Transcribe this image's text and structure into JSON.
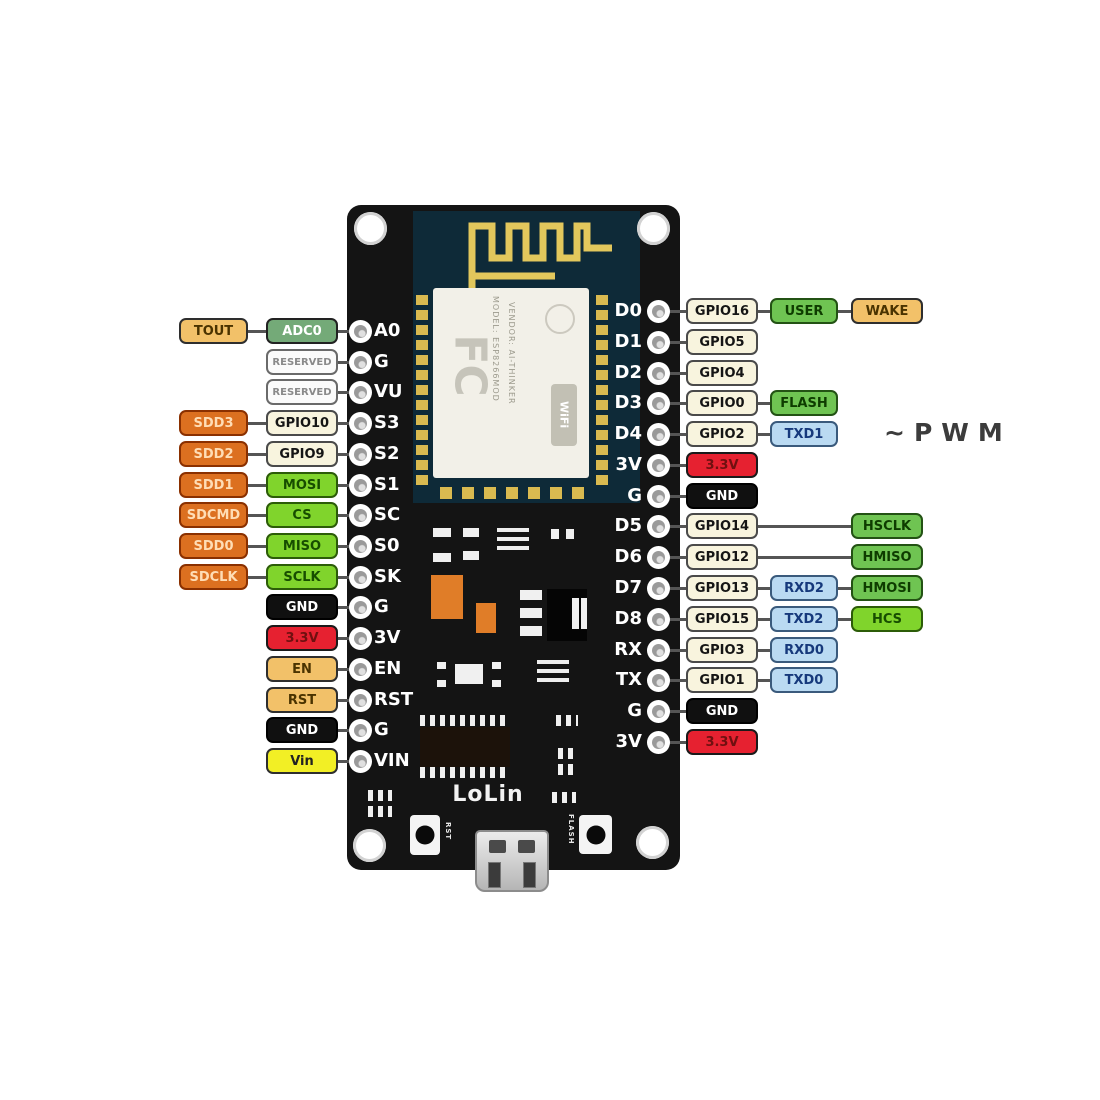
{
  "pwm_note": "~PWM",
  "board": {
    "brand": "LoLin",
    "reset_button": "RST",
    "flash_button": "FLASH",
    "sticker": {
      "cert_mark": "FC",
      "line1": "MODEL: ESP8266MOD",
      "line2": "VENDOR: AI-THINKER",
      "wifi_mark": "WiFi"
    }
  },
  "palette": {
    "board": "#141414",
    "module": "#0e2a38",
    "gold": "#d9ba50",
    "antenna_gold": "#e2c75c",
    "sticker": "#f2f0e8",
    "line": "#555555",
    "tan": "#f2c169",
    "sage": "#74aa78",
    "reserved_bg": "#fbfbfb",
    "cream": "#f8f4de",
    "orange": "#dc7020",
    "bright_green": "#80d42c",
    "green": "#6fc452",
    "blue": "#badaf2",
    "red": "#e62130",
    "black": "#101010",
    "yellow": "#f2ef25"
  },
  "left_rows": [
    {
      "pin": "A0",
      "badges": [
        {
          "label": "ADC0",
          "style": "sage",
          "col": 0
        },
        {
          "label": "TOUT",
          "style": "tan",
          "col": 1
        }
      ]
    },
    {
      "pin": "G",
      "badges": [
        {
          "label": "RESERVED",
          "style": "reserved",
          "col": 0
        }
      ]
    },
    {
      "pin": "VU",
      "badges": [
        {
          "label": "RESERVED",
          "style": "reserved",
          "col": 0
        }
      ]
    },
    {
      "pin": "S3",
      "badges": [
        {
          "label": "GPIO10",
          "style": "cream",
          "col": 0
        },
        {
          "label": "SDD3",
          "style": "orange",
          "col": 1
        }
      ]
    },
    {
      "pin": "S2",
      "badges": [
        {
          "label": "GPIO9",
          "style": "cream",
          "col": 0
        },
        {
          "label": "SDD2",
          "style": "orange",
          "col": 1
        }
      ]
    },
    {
      "pin": "S1",
      "badges": [
        {
          "label": "MOSI",
          "style": "brightgreen",
          "col": 0
        },
        {
          "label": "SDD1",
          "style": "orange",
          "col": 1
        }
      ]
    },
    {
      "pin": "SC",
      "badges": [
        {
          "label": "CS",
          "style": "brightgreen",
          "col": 0
        },
        {
          "label": "SDCMD",
          "style": "orange",
          "col": 1
        }
      ]
    },
    {
      "pin": "S0",
      "badges": [
        {
          "label": "MISO",
          "style": "brightgreen",
          "col": 0
        },
        {
          "label": "SDD0",
          "style": "orange",
          "col": 1
        }
      ]
    },
    {
      "pin": "SK",
      "badges": [
        {
          "label": "SCLK",
          "style": "brightgreen",
          "col": 0
        },
        {
          "label": "SDCLK",
          "style": "orange",
          "col": 1
        }
      ]
    },
    {
      "pin": "G",
      "badges": [
        {
          "label": "GND",
          "style": "black",
          "col": 0
        }
      ]
    },
    {
      "pin": "3V",
      "badges": [
        {
          "label": "3.3V",
          "style": "red",
          "col": 0
        }
      ]
    },
    {
      "pin": "EN",
      "badges": [
        {
          "label": "EN",
          "style": "tan",
          "col": 0
        }
      ]
    },
    {
      "pin": "RST",
      "badges": [
        {
          "label": "RST",
          "style": "tan",
          "col": 0
        }
      ]
    },
    {
      "pin": "G",
      "badges": [
        {
          "label": "GND",
          "style": "black",
          "col": 0
        }
      ]
    },
    {
      "pin": "VIN",
      "badges": [
        {
          "label": "Vin",
          "style": "yellow",
          "col": 0
        }
      ]
    }
  ],
  "right_rows": [
    {
      "pin": "D0",
      "badges": [
        {
          "label": "GPIO16",
          "style": "cream",
          "col": 0
        },
        {
          "label": "USER",
          "style": "green",
          "col": 1
        },
        {
          "label": "WAKE",
          "style": "tan",
          "col": 2
        }
      ]
    },
    {
      "pin": "D1",
      "badges": [
        {
          "label": "GPIO5",
          "style": "cream",
          "col": 0
        }
      ]
    },
    {
      "pin": "D2",
      "badges": [
        {
          "label": "GPIO4",
          "style": "cream",
          "col": 0
        }
      ]
    },
    {
      "pin": "D3",
      "badges": [
        {
          "label": "GPIO0",
          "style": "cream",
          "col": 0
        },
        {
          "label": "FLASH",
          "style": "green",
          "col": 1
        }
      ]
    },
    {
      "pin": "D4",
      "badges": [
        {
          "label": "GPIO2",
          "style": "cream",
          "col": 0
        },
        {
          "label": "TXD1",
          "style": "blue",
          "col": 1
        }
      ]
    },
    {
      "pin": "3V",
      "badges": [
        {
          "label": "3.3V",
          "style": "red",
          "col": 0
        }
      ]
    },
    {
      "pin": "G",
      "badges": [
        {
          "label": "GND",
          "style": "black",
          "col": 0
        }
      ]
    },
    {
      "pin": "D5",
      "badges": [
        {
          "label": "GPIO14",
          "style": "cream",
          "col": 0
        },
        {
          "label": "HSCLK",
          "style": "green",
          "col": 2
        }
      ]
    },
    {
      "pin": "D6",
      "badges": [
        {
          "label": "GPIO12",
          "style": "cream",
          "col": 0
        },
        {
          "label": "HMISO",
          "style": "green",
          "col": 2
        }
      ]
    },
    {
      "pin": "D7",
      "badges": [
        {
          "label": "GPIO13",
          "style": "cream",
          "col": 0
        },
        {
          "label": "RXD2",
          "style": "blue",
          "col": 1
        },
        {
          "label": "HMOSI",
          "style": "green",
          "col": 2
        }
      ]
    },
    {
      "pin": "D8",
      "badges": [
        {
          "label": "GPIO15",
          "style": "cream",
          "col": 0
        },
        {
          "label": "TXD2",
          "style": "blue",
          "col": 1
        },
        {
          "label": "HCS",
          "style": "brightgreen",
          "col": 2
        }
      ]
    },
    {
      "pin": "RX",
      "badges": [
        {
          "label": "GPIO3",
          "style": "cream",
          "col": 0
        },
        {
          "label": "RXD0",
          "style": "blue",
          "col": 1
        }
      ]
    },
    {
      "pin": "TX",
      "badges": [
        {
          "label": "GPIO1",
          "style": "cream",
          "col": 0
        },
        {
          "label": "TXD0",
          "style": "blue",
          "col": 1
        }
      ]
    },
    {
      "pin": "G",
      "badges": [
        {
          "label": "GND",
          "style": "black",
          "col": 0
        }
      ]
    },
    {
      "pin": "3V",
      "badges": [
        {
          "label": "3.3V",
          "style": "red",
          "col": 0
        }
      ]
    }
  ]
}
